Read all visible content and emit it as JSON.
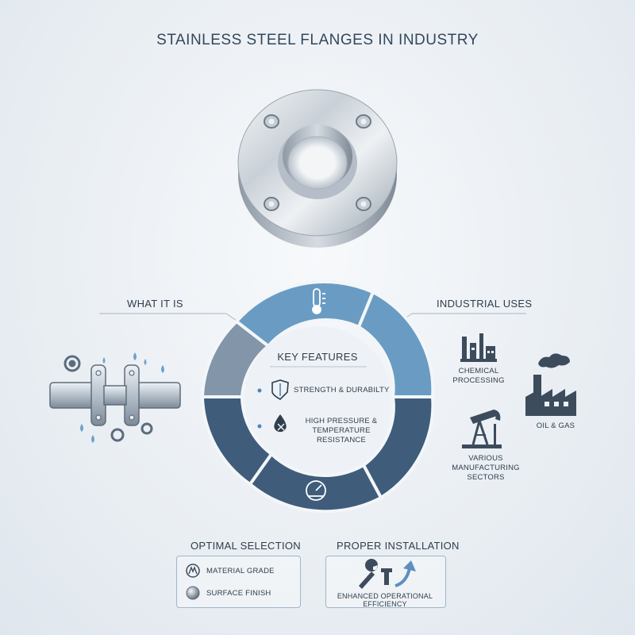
{
  "title": "STAINLESS STEEL FLANGES IN INDUSTRY",
  "left": {
    "label": "WHAT IT IS"
  },
  "right": {
    "label": "INDUSTRIAL USES",
    "uses": [
      {
        "label": "CHEMICAL PROCESSING",
        "line1": "CHEMICAL",
        "line2": "PROCESSING",
        "icon": "chemical-plant-icon"
      },
      {
        "label": "OIL & GAS",
        "icon": "factory-smoke-icon"
      },
      {
        "label": "VARIOUS MANUFACTURING SECTORS",
        "line1": "VARIOUS MANUFACTURING",
        "line2": "SECTORS",
        "icon": "oil-pump-icon"
      }
    ]
  },
  "center": {
    "title": "KEY FEATURES",
    "features": [
      {
        "label": "STRENGTH & DURABILTY",
        "icon": "shield-icon"
      },
      {
        "label": "HIGH PRESSURE & TEMPERATURE",
        "label2": "RESISTANCE",
        "icon": "pressure-drop-icon"
      }
    ],
    "ring_icons": [
      "thermometer-icon",
      "gauge-icon"
    ]
  },
  "optimal": {
    "title": "OPTIMAL SELECTION",
    "items": [
      {
        "label": "MATERIAL GRADE",
        "icon": "grade-icon"
      },
      {
        "label": "SURFACE FINISH",
        "icon": "finish-sphere-icon"
      }
    ]
  },
  "installation": {
    "title": "PROPER INSTALLATION",
    "caption": "ENHANCED OPERATIONAL EFFICIENCY",
    "icons": [
      "wrench-icon",
      "bolt-icon",
      "arrow-up-icon"
    ]
  },
  "colors": {
    "ring_light": "#6a9cc3",
    "ring_dark": "#3e5a78",
    "ring_gray": "#8294a8",
    "accent": "#4e86b8"
  }
}
